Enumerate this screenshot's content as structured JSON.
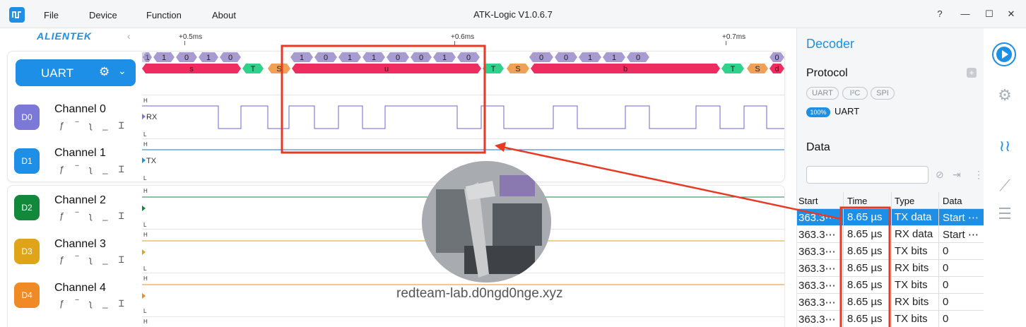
{
  "window": {
    "title": "ATK-Logic  V1.0.6.7",
    "menu": [
      "File",
      "Device",
      "Function",
      "About"
    ],
    "controls": [
      "?",
      "—",
      "☐",
      "✕"
    ]
  },
  "brand": "ALIENTEK",
  "ruler": {
    "ticks": [
      "+0.5ms",
      "+0.6ms",
      "+0.7ms"
    ]
  },
  "decode_group": {
    "label": "UART"
  },
  "lanes_top": {
    "bits_row1": [
      "1",
      "1",
      "0",
      "1",
      "0",
      "1",
      "0",
      "1",
      "1",
      "0",
      "0",
      "1",
      "0",
      "0",
      "0",
      "1",
      "1",
      "0",
      "0"
    ],
    "bytes_row": [
      "s",
      "T",
      "S",
      "u",
      "T",
      "S",
      "b",
      "T",
      "S",
      "d"
    ]
  },
  "channels": [
    {
      "badge": "D0",
      "name": "Channel 0",
      "color": "#7b78d8",
      "signal": "RX"
    },
    {
      "badge": "D1",
      "name": "Channel 1",
      "color": "#1d8fe6",
      "signal": "TX"
    },
    {
      "badge": "D2",
      "name": "Channel 2",
      "color": "#12883a",
      "signal": ""
    },
    {
      "badge": "D3",
      "name": "Channel 3",
      "color": "#e0a418",
      "signal": ""
    },
    {
      "badge": "D4",
      "name": "Channel 4",
      "color": "#f08a24",
      "signal": ""
    }
  ],
  "level_labels": {
    "high": "H",
    "low": "L"
  },
  "trigger_glyphs": "ƒ ‾ ʅ _ Ɪ",
  "watermark": "redteam-lab.d0ngd0nge.xyz",
  "decoder": {
    "title": "Decoder",
    "protocol_title": "Protocol",
    "protocol_chips": [
      "UART",
      "I²C",
      "SPI"
    ],
    "active_pct": "100%",
    "active_protocol": "UART",
    "data_title": "Data",
    "search_placeholder": "",
    "columns": [
      "Start",
      "Time",
      "Type",
      "Data"
    ],
    "rows": [
      {
        "start": "363.3⋯",
        "time": "8.65 µs",
        "type": "TX data",
        "data": "Start ⋯",
        "selected": true
      },
      {
        "start": "363.3⋯",
        "time": "8.65 µs",
        "type": "RX data",
        "data": "Start ⋯",
        "selected": false
      },
      {
        "start": "363.3⋯",
        "time": "8.65 µs",
        "type": "TX bits",
        "data": "0",
        "selected": false
      },
      {
        "start": "363.3⋯",
        "time": "8.65 µs",
        "type": "RX bits",
        "data": "0",
        "selected": false
      },
      {
        "start": "363.3⋯",
        "time": "8.65 µs",
        "type": "TX bits",
        "data": "0",
        "selected": false
      },
      {
        "start": "363.3⋯",
        "time": "8.65 µs",
        "type": "RX bits",
        "data": "0",
        "selected": false
      },
      {
        "start": "363.3⋯",
        "time": "8.65 µs",
        "type": "TX bits",
        "data": "0",
        "selected": false
      }
    ]
  },
  "toolbar_icons": [
    "play-icon",
    "gear-icon",
    "waveform-icon",
    "ruler-icon",
    "search-list-icon"
  ],
  "colors": {
    "accent": "#1d8fe6",
    "annotation": "#e63a22",
    "bit_purple": "#a79bd1",
    "byte_pink": "#ee2c5f",
    "stop_green": "#2fd28a",
    "start_orange": "#f0a156"
  }
}
